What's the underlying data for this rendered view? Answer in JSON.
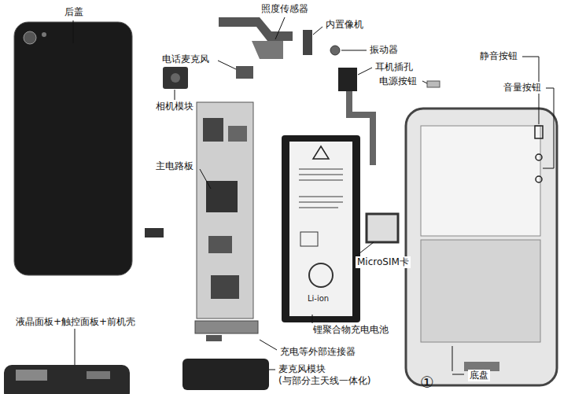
{
  "diagram": {
    "labels": [
      "后盖",
      "照度传感器",
      "内置像机",
      "振动器",
      "电话麦克风",
      "耳机插孔",
      "电源按钮",
      "静音按钮",
      "音量按钮",
      "相机模块",
      "主电路板",
      "MicroSIM卡",
      "锂聚合物充电电池",
      "液晶面板+触控面板+前机壳",
      "充电等外部连接器",
      "麦克风模块 (与部分主天线一体化)",
      "底盘",
      "①",
      "Li-ion"
    ]
  }
}
